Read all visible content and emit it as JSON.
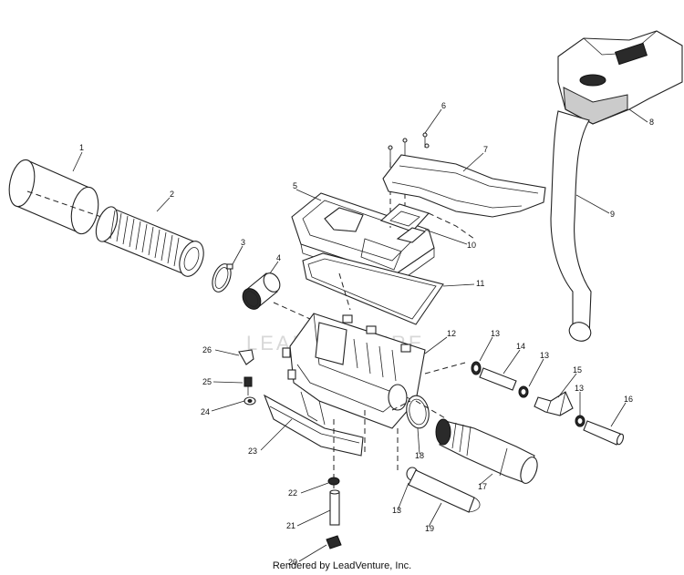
{
  "diagram": {
    "watermark": "LEADVENTURE",
    "credit": "Rendered by LeadVenture, Inc.",
    "callouts": [
      {
        "id": "1",
        "label": "1"
      },
      {
        "id": "2",
        "label": "2"
      },
      {
        "id": "3",
        "label": "3"
      },
      {
        "id": "4",
        "label": "4"
      },
      {
        "id": "5",
        "label": "5"
      },
      {
        "id": "6",
        "label": "6"
      },
      {
        "id": "7",
        "label": "7"
      },
      {
        "id": "8",
        "label": "8"
      },
      {
        "id": "9",
        "label": "9"
      },
      {
        "id": "10",
        "label": "10"
      },
      {
        "id": "11",
        "label": "11"
      },
      {
        "id": "12",
        "label": "12"
      },
      {
        "id": "13a",
        "label": "13"
      },
      {
        "id": "13b",
        "label": "13"
      },
      {
        "id": "13c",
        "label": "13"
      },
      {
        "id": "13d",
        "label": "13"
      },
      {
        "id": "14",
        "label": "14"
      },
      {
        "id": "15",
        "label": "15"
      },
      {
        "id": "16",
        "label": "16"
      },
      {
        "id": "17",
        "label": "17"
      },
      {
        "id": "18",
        "label": "18"
      },
      {
        "id": "19",
        "label": "19"
      },
      {
        "id": "20",
        "label": "20"
      },
      {
        "id": "21",
        "label": "21"
      },
      {
        "id": "22",
        "label": "22"
      },
      {
        "id": "23",
        "label": "23"
      },
      {
        "id": "24",
        "label": "24"
      },
      {
        "id": "25",
        "label": "25"
      },
      {
        "id": "26",
        "label": "26"
      }
    ]
  }
}
